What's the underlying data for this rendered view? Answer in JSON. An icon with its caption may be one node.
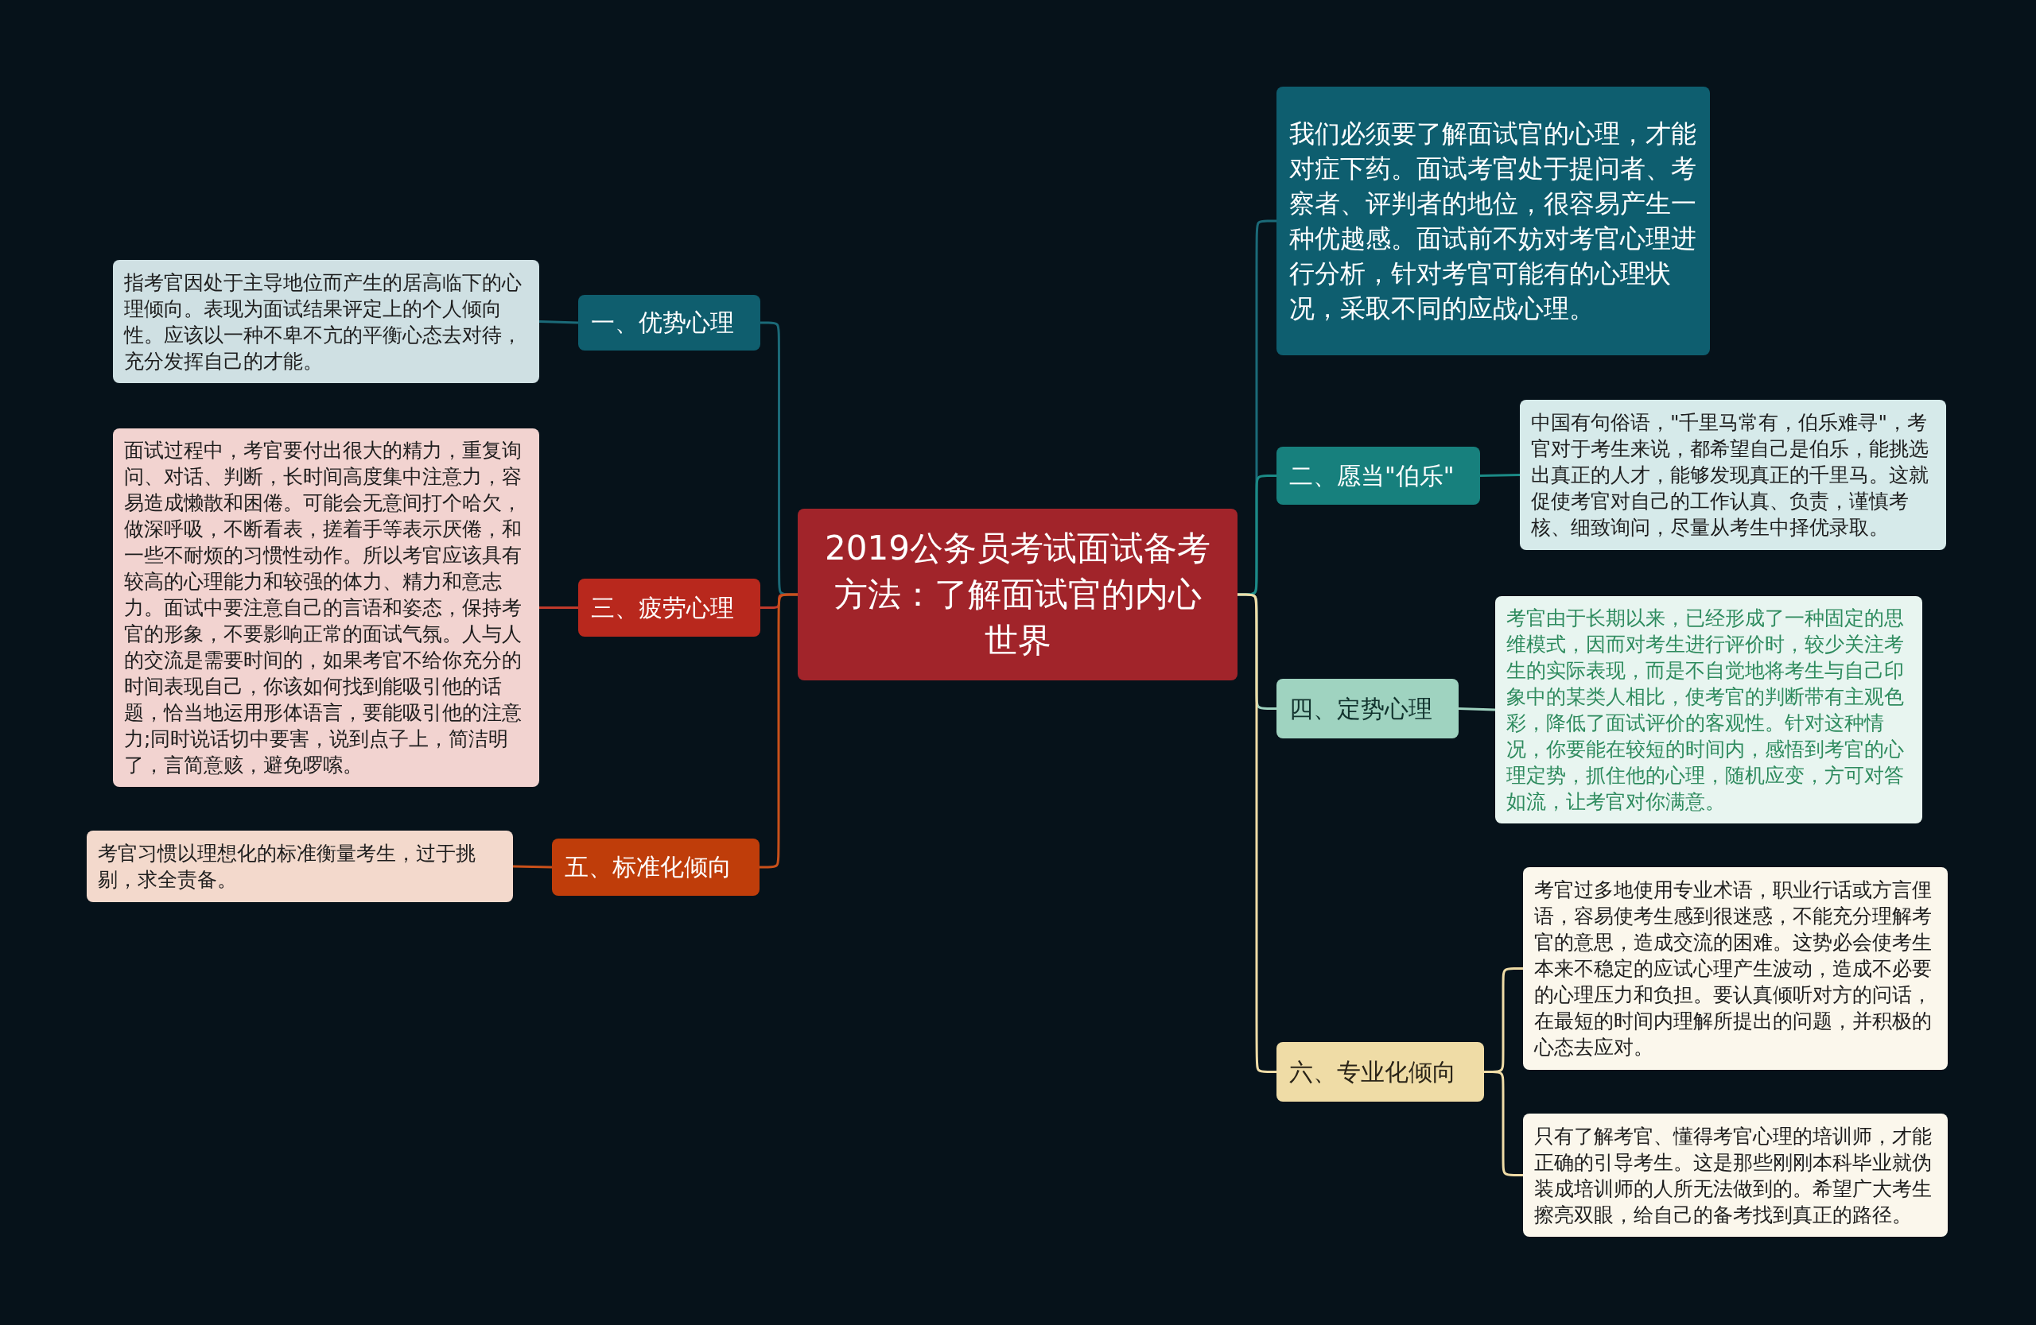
{
  "diagram": {
    "nodes": [
      {
        "text": [
          "2019公务员考试面试备考方法：了解面试官的内心世界"
        ]
      },
      {
        "text": [
          "我们必须要了解面试官的心理，才能对症下药。面试考官处于提问者、考察者、评判者的地位，很容易产生一种优越感。面试前不妨对考官心理进行分析，针对考官可能有的心理状况，采取不同的应战心理。"
        ]
      },
      {
        "text": [
          "一、优势心理"
        ]
      },
      {
        "text": [
          "指考官因处于主导地位而产生的居高临下的心理倾向。表现为面试结果评定上的个人倾向性。应该以一种不卑不亢的平衡心态去对待，充分发挥自己的才能。"
        ]
      },
      {
        "text": [
          "二、愿当\"伯乐\""
        ]
      },
      {
        "text": [
          "中国有句俗语，\"千里马常有，伯乐难寻\"，考官对于考生来说，都希望自己是伯乐，能挑选出真正的人才，能够发现真正的千里马。这就促使考官对自己的工作认真、负责，谨慎考核、细致询问，尽量从考生中择优录取。"
        ]
      },
      {
        "text": [
          "三、疲劳心理"
        ]
      },
      {
        "text": [
          "面试过程中，考官要付出很大的精力，重复询问、对话、判断，长时间高度集中注意力，容易造成懒散和困倦。可能会无意间打个哈欠，做深呼吸，不断看表，搓着手等表示厌倦，和一些不耐烦的习惯性动作。所以考官应该具有较高的心理能力和较强的体力、精力和意志力。面试中要注意自己的言语和姿态，保持考官的形象，不要影响正常的面试气氛。人与人的交流是需要时间的，如果考官不给你充分的时间表现自己，你该如何找到能吸引他的话题，恰当地运用形体语言，要能吸引他的注意力;同时说话切中要害，说到点子上，简洁明了，言简意赅，避免啰嗦。"
        ]
      },
      {
        "text": [
          "四、定势心理"
        ]
      },
      {
        "text": [
          "考官由于长期以来，已经形成了一种固定的思维模式，因而对考生进行评价时，较少关注考生的实际表现，而是不自觉地将考生与自己印象中的某类人相比，使考官的判断带有主观色彩，降低了面试评价的客观性。针对这种情况，你要能在较短的时间内，感悟到考官的心理定势，抓住他的心理，随机应变，方可对答如流，让考官对你满意。"
        ]
      },
      {
        "text": [
          "五、标准化倾向"
        ]
      },
      {
        "text": [
          "考官习惯以理想化的标准衡量考生，过于挑剔，求全责备。"
        ]
      },
      {
        "text": [
          "六、专业化倾向"
        ]
      },
      {
        "text": [
          "考官过多地使用专业术语，职业行话或方言俚语，容易使考生感到很迷惑，不能充分理解考官的意思，造成交流的困难。这势必会使考生本来不稳定的应试心理产生波动，造成不必要的心理压力和负担。要认真倾听对方的问话，在最短的时间内理解所提出的问题，并积极的心态去应对。"
        ]
      },
      {
        "text": [
          "只有了解考官、懂得考官心理的培训师，才能正确的引导考生。这是那些刚刚本科毕业就伪装成培训师的人所无法做到的。希望广大考生擦亮双眼，给自己的备考找到真正的路径。"
        ]
      }
    ],
    "edges": [
      {
        "from": 0,
        "to": 1,
        "arrow": "none",
        "color": "#1b6a78"
      },
      {
        "from": 0,
        "to": 2,
        "arrow": "none",
        "color": "#1b6a78"
      },
      {
        "from": 2,
        "to": 3,
        "arrow": "none",
        "color": "#1b6a78"
      },
      {
        "from": 0,
        "to": 4,
        "arrow": "none",
        "color": "#1b8a86"
      },
      {
        "from": 4,
        "to": 5,
        "arrow": "none",
        "color": "#1b8a86"
      },
      {
        "from": 0,
        "to": 6,
        "arrow": "none",
        "color": "#c0392b"
      },
      {
        "from": 6,
        "to": 7,
        "arrow": "none",
        "color": "#c0392b"
      },
      {
        "from": 0,
        "to": 8,
        "arrow": "none",
        "color": "#9fd3c0"
      },
      {
        "from": 8,
        "to": 9,
        "arrow": "none",
        "color": "#9fd3c0"
      },
      {
        "from": 0,
        "to": 10,
        "arrow": "none",
        "color": "#c8501a"
      },
      {
        "from": 10,
        "to": 11,
        "arrow": "none",
        "color": "#c8501a"
      },
      {
        "from": 0,
        "to": 12,
        "arrow": "none",
        "color": "#efdca6"
      },
      {
        "from": 12,
        "to": 13,
        "arrow": "none",
        "color": "#efdca6"
      },
      {
        "from": 12,
        "to": 14,
        "arrow": "none",
        "color": "#efdca6"
      }
    ]
  }
}
